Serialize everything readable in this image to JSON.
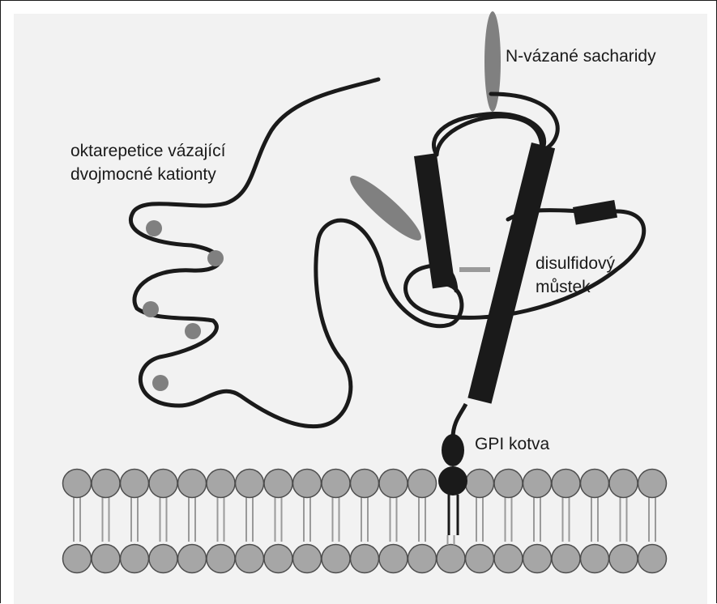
{
  "labels": {
    "n_glycans": "N-vázané sacharidy",
    "octarepeat_line1": "oktarepetice vázající",
    "octarepeat_line2": "dvojmocné kationty",
    "disulfide_line1": "disulfidový",
    "disulfide_line2": "můstek",
    "gpi_anchor": "GPI kotva"
  },
  "colors": {
    "background": "#f2f2f2",
    "protein": "#1a1a1a",
    "glycan": "#808080",
    "lipid_head": "#a6a6a6",
    "disulfide": "#9a9a9a"
  }
}
